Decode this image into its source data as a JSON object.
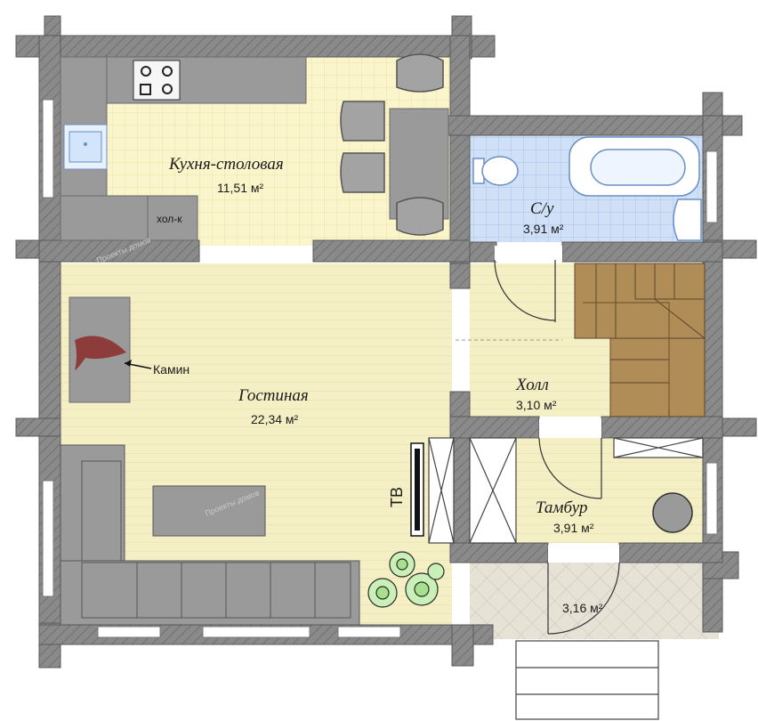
{
  "rooms": {
    "kitchen": {
      "name": "Кухня-столовая",
      "area": "11,51 м²"
    },
    "bathroom": {
      "name": "С/у",
      "area": "3,91 м²"
    },
    "living": {
      "name": "Гостиная",
      "area": "22,34 м²"
    },
    "hall": {
      "name": "Холл",
      "area": "3,10 м²"
    },
    "vestibule": {
      "name": "Тамбур",
      "area": "3,91 м²"
    },
    "porch": {
      "name": "",
      "area": "3,16 м²"
    }
  },
  "labels": {
    "fridge": "хол-к",
    "fireplace": "Камин",
    "tv": "ТВ",
    "watermark_1": "Проекты домов",
    "watermark_2": "Проекты домов"
  },
  "colors": {
    "wall": "#8a8a8a",
    "kitchen_floor": "#fbf5cc",
    "living_floor": "#f4efc5",
    "bath_floor": "#cfe0f7",
    "hall_floor": "#f1ecc2",
    "porch_floor": "#e6e3d6",
    "stairs": "#b08d57",
    "furniture": "#9a9a9a",
    "fireplace_flame": "#8e3b3b"
  }
}
